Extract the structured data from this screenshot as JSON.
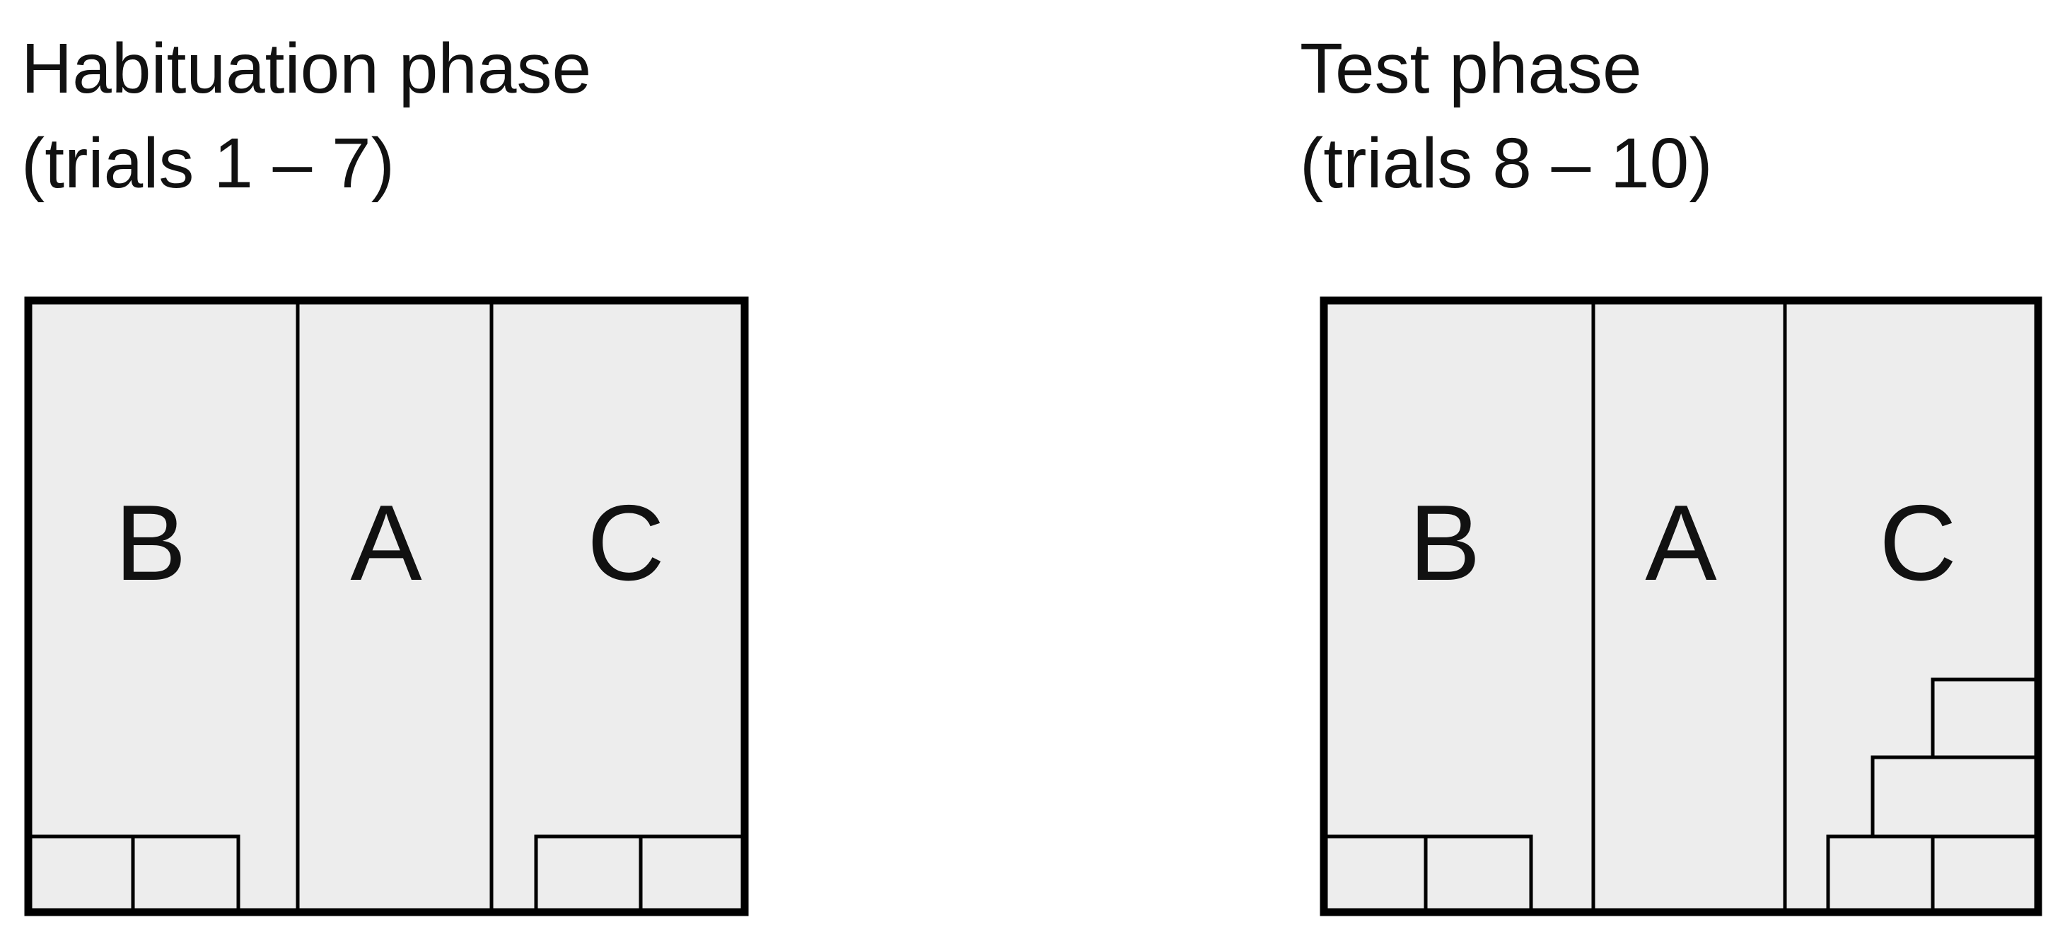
{
  "panels": [
    {
      "title_line1": "Habituation phase",
      "title_line2": "(trials 1 – 7)",
      "rooms": [
        "B",
        "A",
        "C"
      ]
    },
    {
      "title_line1": "Test phase",
      "title_line2": "(trials 8 – 10)",
      "rooms": [
        "B",
        "A",
        "C"
      ]
    }
  ],
  "colors": {
    "room_fill": "#ededed",
    "stroke": "#000000"
  }
}
